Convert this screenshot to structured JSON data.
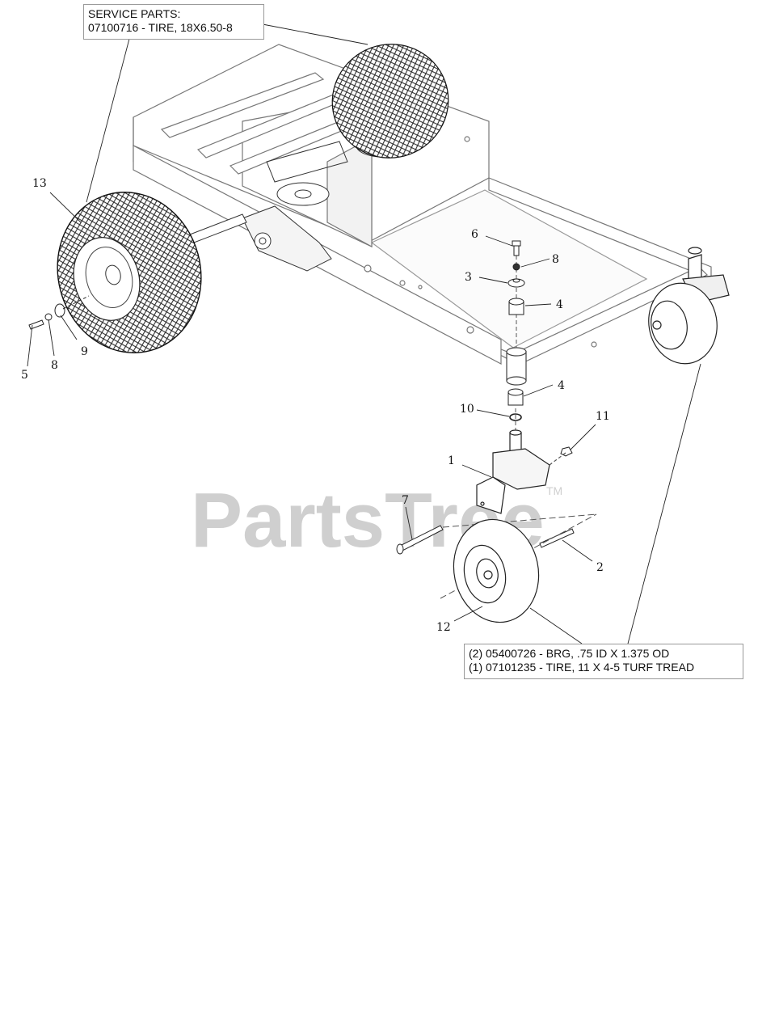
{
  "service_parts": {
    "heading": "SERVICE PARTS:",
    "tire": "07100716 - TIRE, 18X6.50-8"
  },
  "caster_parts": {
    "bearing": "(2) 05400726 - BRG, .75 ID X 1.375 OD",
    "tire": "(1) 07101235 - TIRE, 11 X 4-5 TURF TREAD"
  },
  "callouts": {
    "n1": "1",
    "n2": "2",
    "n3": "3",
    "n4a": "4",
    "n4b": "4",
    "n5": "5",
    "n6": "6",
    "n7": "7",
    "n8a": "8",
    "n8b": "8",
    "n9": "9",
    "n10": "10",
    "n11": "11",
    "n12": "12",
    "n13": "13"
  },
  "watermark": {
    "text": "PartsTree",
    "tm": "TM"
  }
}
